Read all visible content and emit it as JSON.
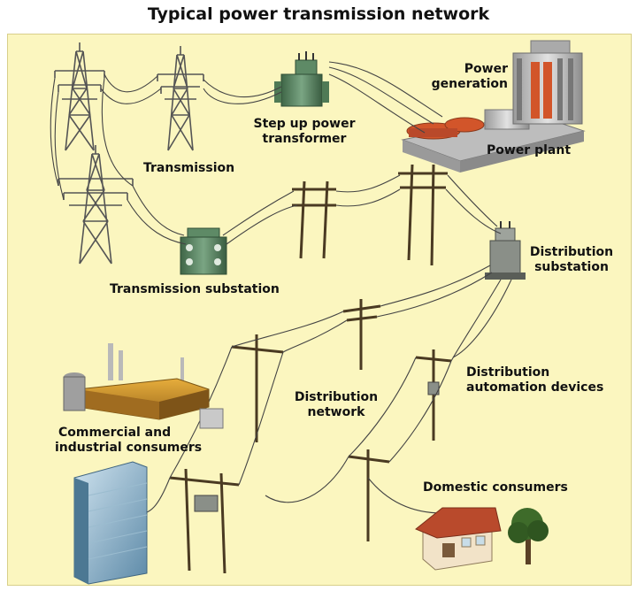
{
  "title": "Typical power transmission network",
  "labels": {
    "power_generation_1": "Power",
    "power_generation_2": "generation",
    "step_up_1": "Step up power",
    "step_up_2": "transformer",
    "power_plant": "Power plant",
    "transmission": "Transmission",
    "transmission_substation": "Transmission substation",
    "distribution_substation_1": "Distribution",
    "distribution_substation_2": "substation",
    "distribution_network_1": "Distribution",
    "distribution_network_2": "network",
    "distribution_automation_1": "Distribution",
    "distribution_automation_2": "automation devices",
    "commercial_1": "Commercial and",
    "commercial_2": "industrial consumers",
    "domestic": "Domestic consumers"
  },
  "colors": {
    "background": "#fbf6bf",
    "pole_wood": "#4a3a22",
    "tower_steel": "#6b6b6b",
    "transformer": "#4f7a55",
    "factory_roof": "#d99a2b",
    "house_wall": "#f2e3c8",
    "house_roof": "#b94a2c",
    "plant_block": "#c9c9c9",
    "plant_accent": "#d2552a"
  }
}
